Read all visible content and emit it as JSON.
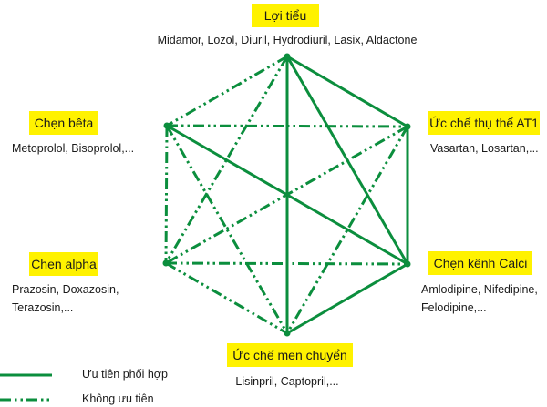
{
  "colors": {
    "line": "#0b8e3d",
    "label_bg": "#fff200"
  },
  "nodes": {
    "diuretic": {
      "title": "Lợi tiểu",
      "drugs": [
        "Midamor, Lozol, Diuril, Hydrodiuril, Lasix, Aldactone"
      ]
    },
    "at1": {
      "title": "Ức chế thụ thể AT1",
      "drugs": [
        "Vasartan, Losartan,..."
      ]
    },
    "calcium": {
      "title": "Chẹn kênh Calci",
      "drugs": [
        "Amlodipine, Nifedipine,",
        "Felodipine,..."
      ]
    },
    "ace": {
      "title": "Ức chế men chuyển",
      "drugs": [
        "Lisinpril, Captopril,..."
      ]
    },
    "alpha": {
      "title": "Chẹn alpha",
      "drugs": [
        "Prazosin, Doxazosin,",
        "Terazosin,..."
      ]
    },
    "beta": {
      "title": "Chẹn bêta",
      "drugs": [
        "Metoprolol, Bisoprolol,..."
      ]
    }
  },
  "connections": [
    {
      "from": "diuretic",
      "to": "at1",
      "type": "preferred"
    },
    {
      "from": "at1",
      "to": "calcium",
      "type": "preferred"
    },
    {
      "from": "calcium",
      "to": "ace",
      "type": "preferred"
    },
    {
      "from": "diuretic",
      "to": "ace",
      "type": "preferred"
    },
    {
      "from": "diuretic",
      "to": "calcium",
      "type": "preferred"
    },
    {
      "from": "beta",
      "to": "calcium",
      "type": "preferred"
    },
    {
      "from": "diuretic",
      "to": "beta",
      "type": "not_preferred"
    },
    {
      "from": "beta",
      "to": "alpha",
      "type": "not_preferred"
    },
    {
      "from": "alpha",
      "to": "ace",
      "type": "not_preferred"
    },
    {
      "from": "beta",
      "to": "at1",
      "type": "not_preferred"
    },
    {
      "from": "alpha",
      "to": "calcium",
      "type": "not_preferred"
    },
    {
      "from": "diuretic",
      "to": "alpha",
      "type": "not_preferred"
    },
    {
      "from": "beta",
      "to": "ace",
      "type": "not_preferred"
    },
    {
      "from": "at1",
      "to": "alpha",
      "type": "not_preferred"
    },
    {
      "from": "at1",
      "to": "ace",
      "type": "not_preferred"
    }
  ],
  "legend": {
    "preferred": "Ưu tiên phối hợp",
    "not_preferred": "Không ưu tiên"
  }
}
